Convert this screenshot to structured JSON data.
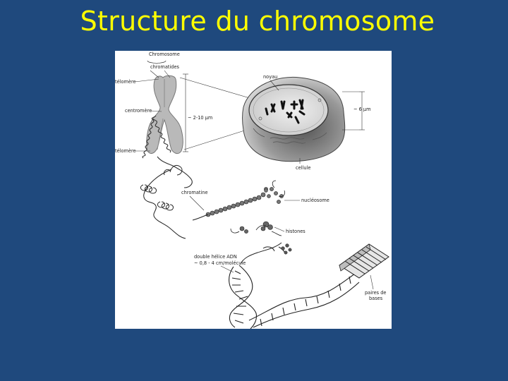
{
  "slide": {
    "title": "Structure du chromosome"
  },
  "figure": {
    "labels": {
      "chromosome": "Chromosome",
      "chromatides": "chromatides",
      "telomere_top": "télomère",
      "centromere": "centromère",
      "telomere_bottom": "télomère",
      "size_chromosome": "~ 2-10 µm",
      "noyau": "noyau",
      "size_cell": "~ 6 µm",
      "cellule": "cellule",
      "chromatine": "chromatine",
      "nucleosome": "nucléosome",
      "histones": "histones",
      "dna_line1": "double hélice ADN",
      "dna_line2": "~ 0,8 - 4 cm/molécule",
      "bases_line1": "paires de",
      "bases_line2": "bases"
    }
  },
  "colors": {
    "background": "#1f497d",
    "title": "#ffff00",
    "figure_bg": "#ffffff"
  }
}
